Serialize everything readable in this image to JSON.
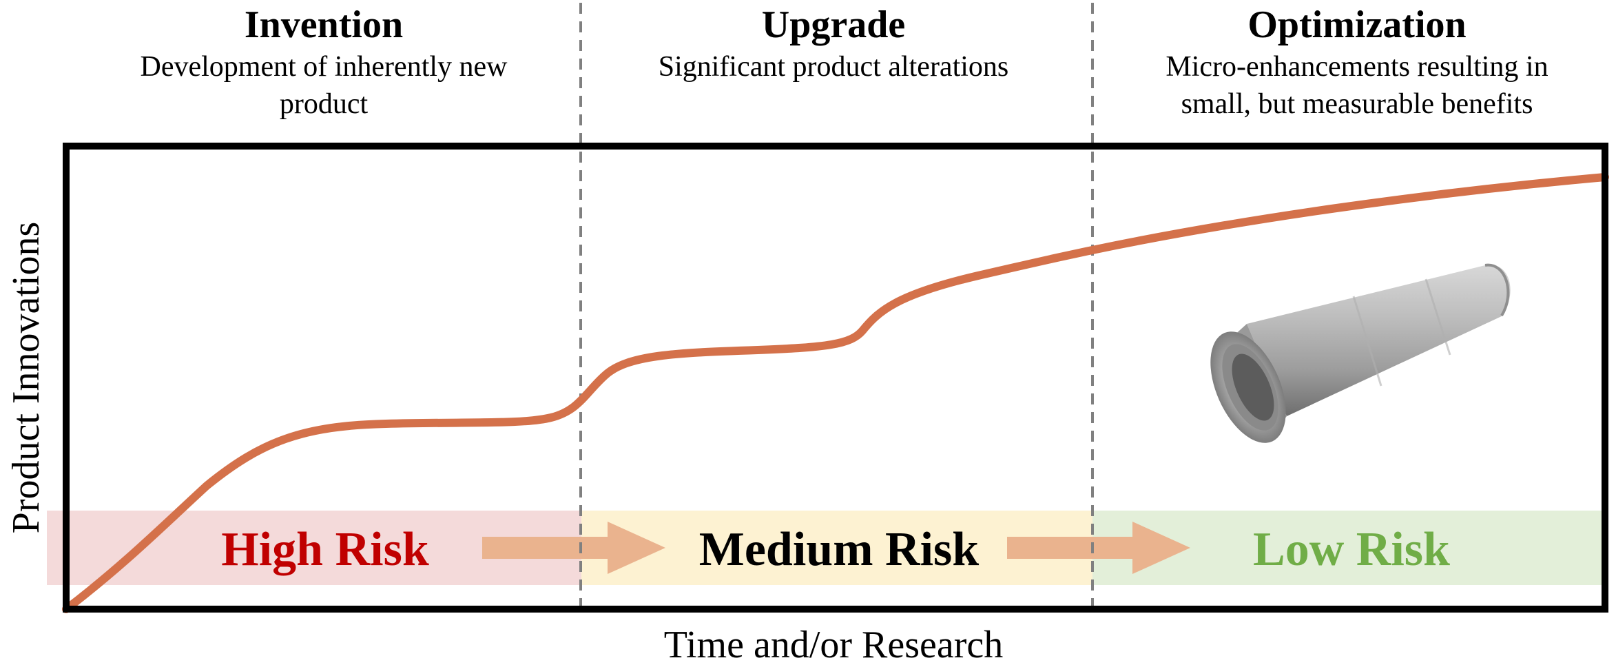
{
  "phases": [
    {
      "title": "Invention",
      "description_lines": [
        "Development of inherently new",
        "product"
      ]
    },
    {
      "title": "Upgrade",
      "description_lines": [
        "Significant product alterations"
      ]
    },
    {
      "title": "Optimization",
      "description_lines": [
        "Micro-enhancements resulting in",
        "small, but measurable benefits"
      ]
    }
  ],
  "axes": {
    "y_label": "Product Innovations",
    "x_label": "Time and/or Research"
  },
  "risk_bands": [
    {
      "label": "High Risk",
      "band_color": "#f4dada",
      "text_color": "#c00000"
    },
    {
      "label": "Medium Risk",
      "band_color": "#fdf2d2",
      "text_color": "#000000"
    },
    {
      "label": "Low Risk",
      "band_color": "#e3efd9",
      "text_color": "#70ad47"
    }
  ],
  "colors": {
    "curve": "#d4714a",
    "arrow": "#eab38e",
    "frame": "#000000",
    "divider": "#808080"
  },
  "illustration": {
    "icon": "concrete-pipe-icon"
  }
}
